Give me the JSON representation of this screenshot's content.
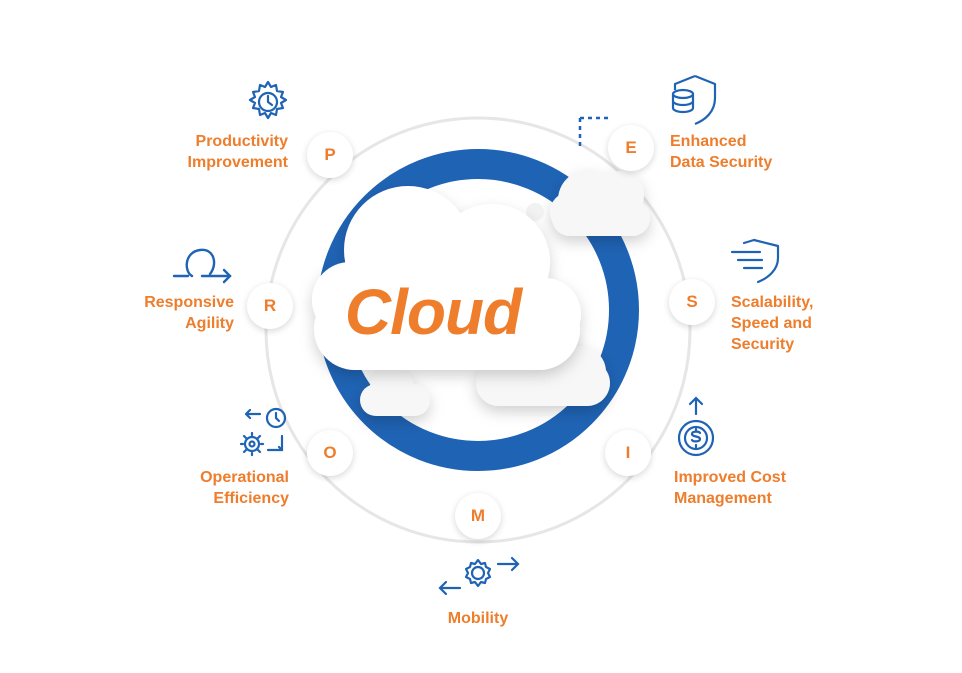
{
  "center": {
    "title": "Cloud"
  },
  "colors": {
    "accent": "#ee7d2c",
    "blue": "#1f63b4",
    "ring": "#e6e6e6"
  },
  "items": [
    {
      "letter": "P",
      "label": "Productivity\nImprovement",
      "icon": "gear-clock-icon"
    },
    {
      "letter": "E",
      "label": "Enhanced\nData Security",
      "icon": "shield-database-icon"
    },
    {
      "letter": "R",
      "label": "Responsive\nAgility",
      "icon": "loop-arrow-icon"
    },
    {
      "letter": "S",
      "label": "Scalability,\nSpeed and\nSecurity",
      "icon": "fast-shield-icon"
    },
    {
      "letter": "O",
      "label": "Operational\nEfficiency",
      "icon": "gear-cycle-clock-icon"
    },
    {
      "letter": "I",
      "label": "Improved Cost\nManagement",
      "icon": "dollar-coin-arrow-icon"
    },
    {
      "letter": "M",
      "label": "Mobility",
      "icon": "gear-arrows-icon"
    }
  ]
}
